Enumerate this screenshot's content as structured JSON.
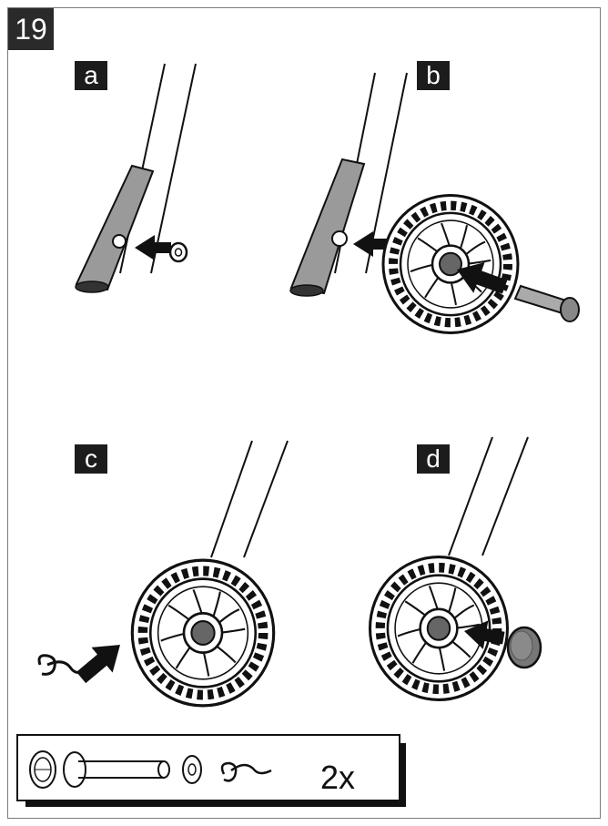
{
  "step_number": "19",
  "panels": {
    "a": "a",
    "b": "b",
    "c": "c",
    "d": "d"
  },
  "parts_box": {
    "quantity": "2x"
  },
  "icons": [
    "bushing-icon",
    "axle-bolt-icon",
    "washer-icon",
    "hair-pin-clip-icon",
    "wheel-icon",
    "push-arrow-icon",
    "hubcap-icon"
  ],
  "colors": {
    "ink": "#1a1a1a",
    "tube_fill": "#9a9a9a",
    "frame": "#7a7a7a"
  }
}
